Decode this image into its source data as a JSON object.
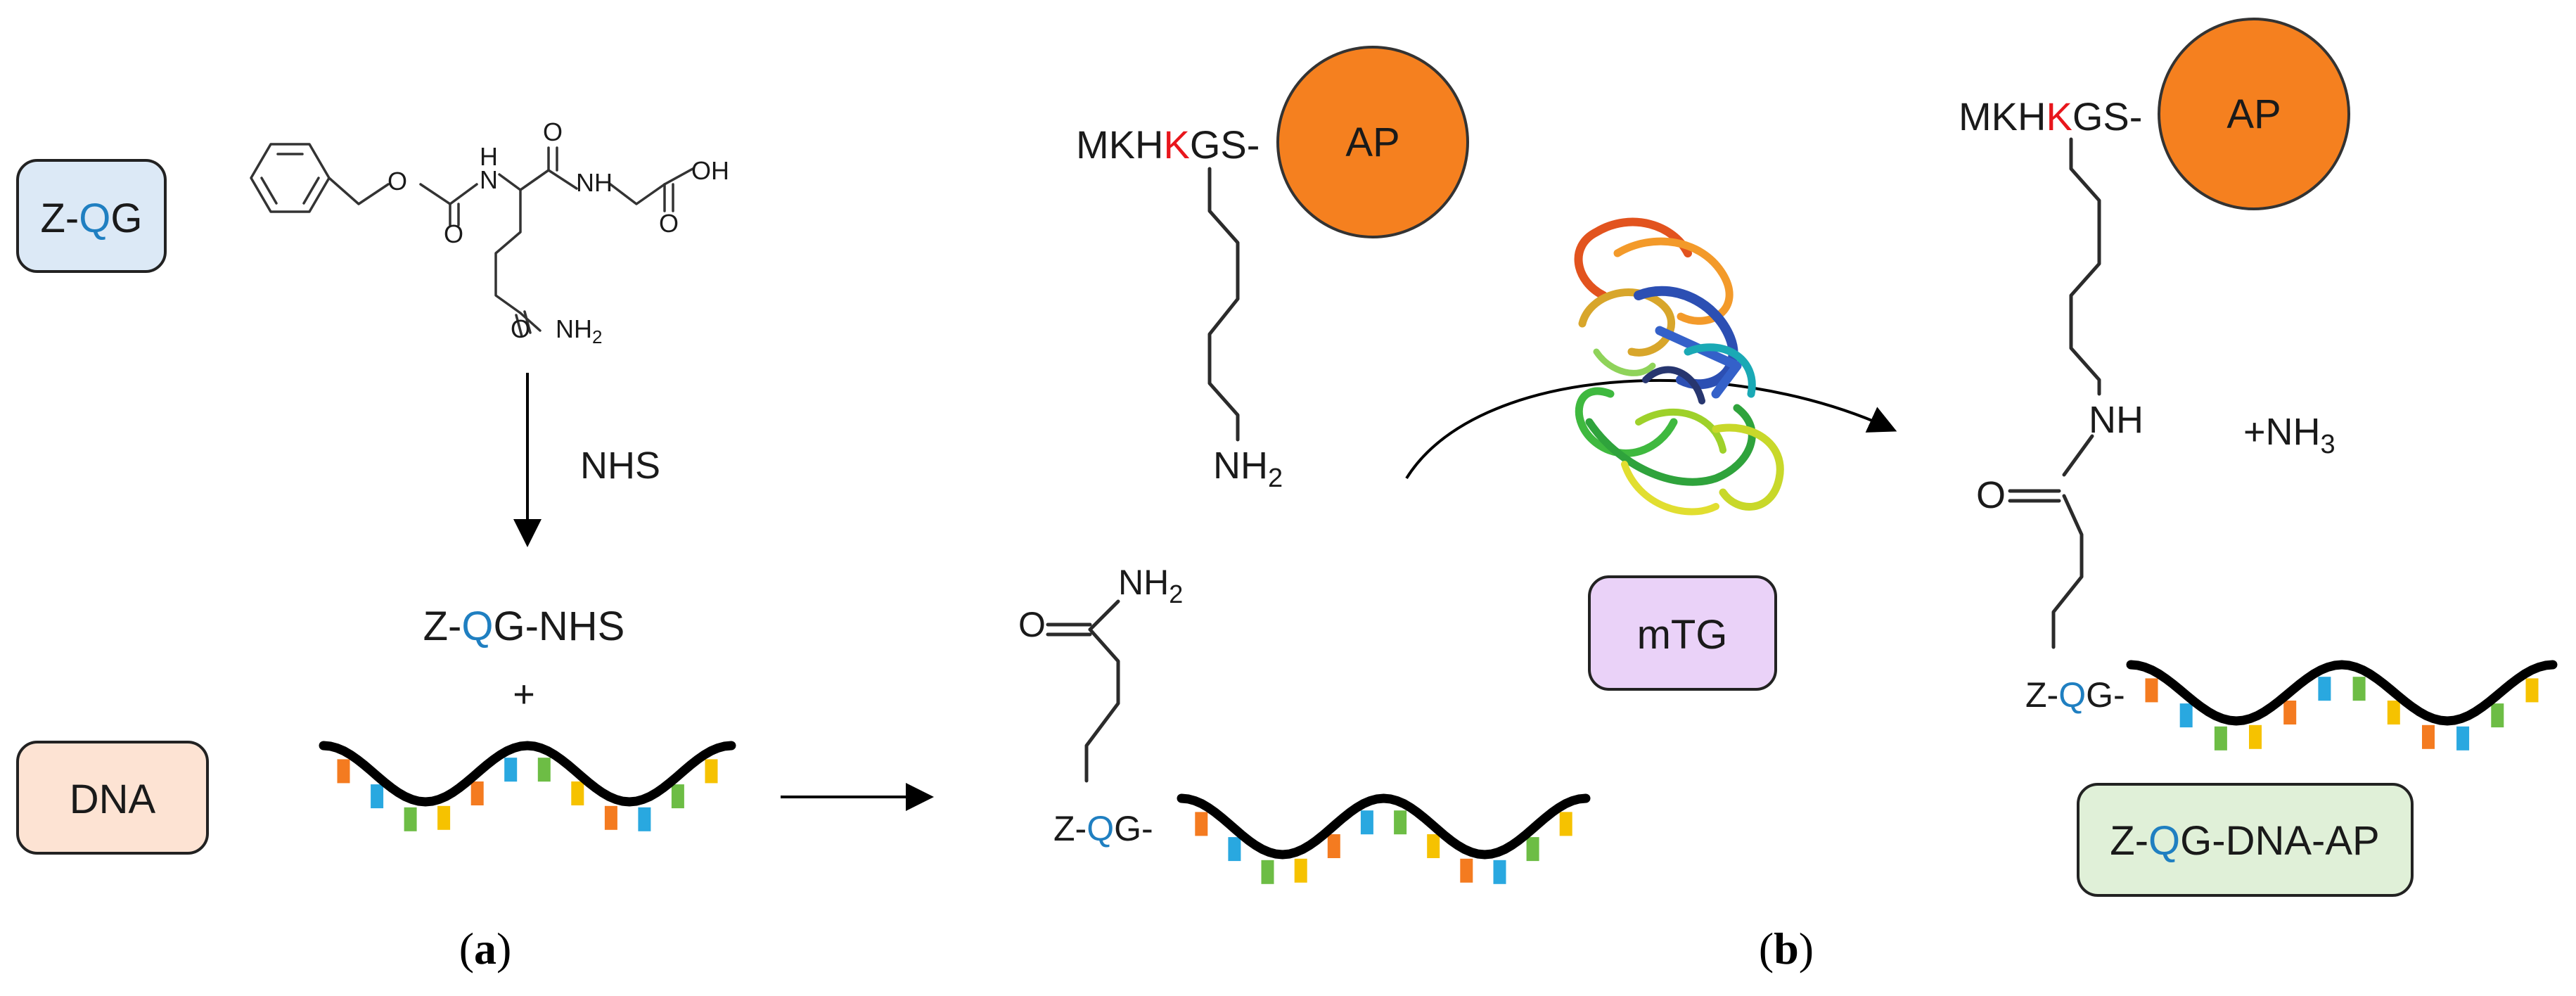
{
  "colors": {
    "glutamine_blue": "#1f7fc1",
    "lysine_red": "#e8161c",
    "ap_orange": "#f5801f",
    "zqg_box": "#dce9f6",
    "dna_box": "#fde3d3",
    "mtg_box": "#ead2f8",
    "product_box": "#e0f0d8",
    "base_colors": [
      "#f47b20",
      "#29a8e0",
      "#6dbd45",
      "#f6c200"
    ]
  },
  "icons": [
    "chemical-structure",
    "dna-strand",
    "protein-ribbon",
    "reaction-arrow"
  ],
  "boxes": {
    "zqg": {
      "prefix": "Z-",
      "q": "Q",
      "suffix": "G"
    },
    "dna": "DNA",
    "mtg": "mTG",
    "product": {
      "prefix": "Z-",
      "q": "Q",
      "suffix": "G-DNA-AP"
    }
  },
  "panel_a": {
    "structure": {
      "nh": "H​N",
      "o": "O",
      "oh": "OH",
      "nh2": "NH",
      "h": "H"
    },
    "reagent": "NHS",
    "intermediate": {
      "prefix": "Z-",
      "q": "Q",
      "suffix": "G-NHS"
    },
    "plus": "+",
    "conjugate": {
      "nh2": "NH",
      "sub2": "2",
      "o": "O",
      "prefix": "Z-",
      "q": "Q",
      "suffix": "G-"
    }
  },
  "panel_b": {
    "peptide": {
      "prefix": "MKH",
      "k": "K",
      "suffix": "GS-"
    },
    "ap": "AP",
    "amine": {
      "nh": "NH",
      "sub2": "2"
    },
    "product_nh": "NH",
    "product_o": "O",
    "byproduct": {
      "prefix": "+NH",
      "sub3": "3"
    },
    "product_zqg": {
      "prefix": "Z-",
      "q": "Q",
      "suffix": "G-"
    }
  },
  "captions": {
    "a": [
      "(",
      "a",
      ")"
    ],
    "b": [
      "(",
      "b",
      ")"
    ]
  }
}
